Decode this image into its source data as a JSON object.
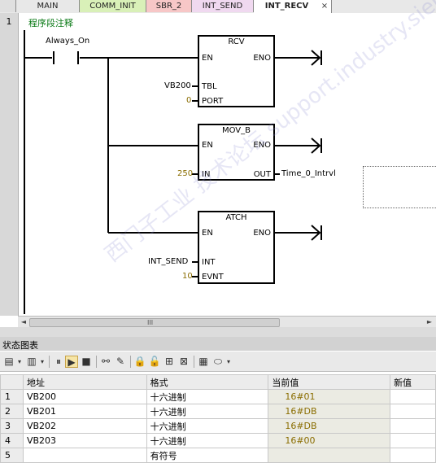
{
  "tabs": [
    {
      "label": "MAIN",
      "color": "#e8e8e8"
    },
    {
      "label": "COMM_INIT",
      "color": "#d9f0b8"
    },
    {
      "label": "SBR_2",
      "color": "#f7c7c7"
    },
    {
      "label": "INT_SEND",
      "color": "#f0d9f0"
    },
    {
      "label": "INT_RECV",
      "color": "#ffffff"
    }
  ],
  "tab_close": "×",
  "network": {
    "number": "1",
    "comment": "程序段注释",
    "contact": "Always_On"
  },
  "blocks": {
    "rcv": {
      "title": "RCV",
      "en": "EN",
      "eno": "ENO",
      "pin1": "TBL",
      "pin2": "PORT",
      "arg1": "VB200",
      "arg2": "0"
    },
    "movb": {
      "title": "MOV_B",
      "en": "EN",
      "eno": "ENO",
      "pin1": "IN",
      "out": "OUT",
      "arg1": "250",
      "out_arg": "Time_0_Intrvl"
    },
    "atch": {
      "title": "ATCH",
      "en": "EN",
      "eno": "ENO",
      "pin1": "INT",
      "pin2": "EVNT",
      "arg1": "INT_SEND",
      "arg2": "10"
    }
  },
  "scroll": {
    "left_arrow": "◄",
    "right_arrow": "►",
    "grip": "III"
  },
  "status_chart": {
    "title": "状态图表",
    "headers": [
      "",
      "地址",
      "格式",
      "当前值",
      "新值"
    ],
    "rows": [
      {
        "n": "1",
        "addr": "VB200",
        "fmt": "十六进制",
        "val": "16#01"
      },
      {
        "n": "2",
        "addr": "VB201",
        "fmt": "十六进制",
        "val": "16#DB"
      },
      {
        "n": "3",
        "addr": "VB202",
        "fmt": "十六进制",
        "val": "16#DB"
      },
      {
        "n": "4",
        "addr": "VB203",
        "fmt": "十六进制",
        "val": "16#00"
      },
      {
        "n": "5",
        "addr": "",
        "fmt": "有符号",
        "val": ""
      }
    ]
  },
  "watermark": "西门子工业 技术论坛 support.industry.siemens.com"
}
